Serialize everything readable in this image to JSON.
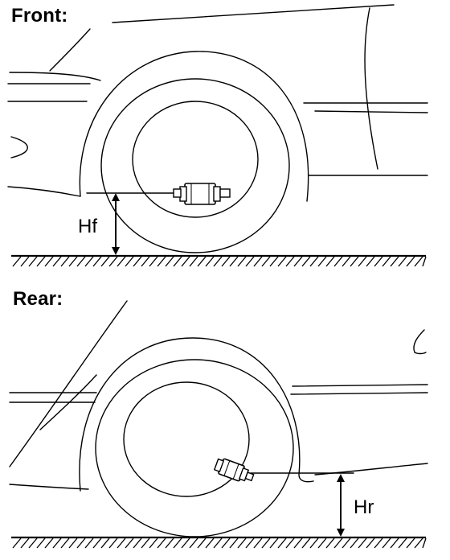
{
  "front": {
    "label": "Front:",
    "dimension_label": "Hf"
  },
  "rear": {
    "label": "Rear:",
    "dimension_label": "Hr"
  },
  "colors": {
    "line": "#000000",
    "background": "#ffffff"
  }
}
